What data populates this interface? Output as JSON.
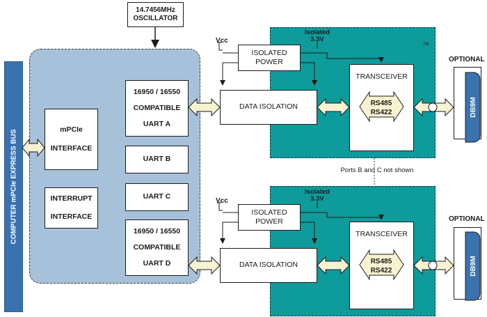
{
  "oscillator": {
    "line1": "14.7456MHz",
    "line2": "OSCILLATOR"
  },
  "bus": {
    "label": "COMPUTER  mPCIe EXPRESS  BUS"
  },
  "card": {
    "mpcie": {
      "line1": "mPCIe",
      "line2": "INTERFACE"
    },
    "interrupt": {
      "line1": "INTERRUPT",
      "line2": "INTERFACE"
    },
    "uart_a": {
      "line1": "16950 / 16550",
      "line2": "COMPATIBLE",
      "line3": "UART A"
    },
    "uart_b": {
      "label": "UART B"
    },
    "uart_c": {
      "label": "UART C"
    },
    "uart_d": {
      "line1": "16950 / 16550",
      "line2": "COMPATIBLE",
      "line3": "UART D"
    }
  },
  "ports": [
    {
      "isolated_label": "Isolated",
      "voltage_label": "3.3V",
      "vcc_label": "Vcc",
      "power": {
        "line1": "ISOLATED",
        "line2": "POWER"
      },
      "data_isolation": "DATA  ISOLATION",
      "transceiver": "TRANSCEIVER",
      "rs485": "RS485",
      "rs422": "RS422",
      "optional": "OPTIONAL",
      "connector": "DB9M"
    },
    {
      "isolated_label": "Isolated",
      "voltage_label": "3.3V",
      "vcc_label": "Vcc",
      "power": {
        "line1": "ISOLATED",
        "line2": "POWER"
      },
      "data_isolation": "DATA  ISOLATION",
      "transceiver": "TRANSCEIVER",
      "rs485": "RS485",
      "rs422": "RS422",
      "optional": "OPTIONAL",
      "connector": "DB9M"
    }
  ],
  "trademark": "TM",
  "note": "Ports B and C not shown",
  "colors": {
    "bus": "#3a72b0",
    "card": "#a7c1db",
    "isolation_zone": "#0e9b9b",
    "bus_arrow": "#f7f3d2"
  }
}
